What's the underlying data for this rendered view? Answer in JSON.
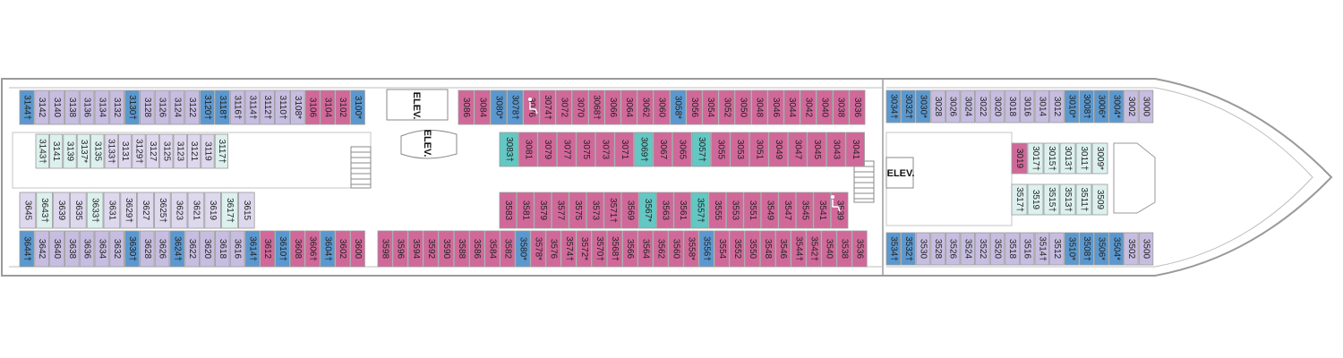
{
  "colors": {
    "pink": "#d1689a",
    "blue": "#5b98cf",
    "lavender": "#c6bde0",
    "lilac": "#ded8ee",
    "cyan": "#63c7c3",
    "mint": "#dcf1ee",
    "outline": "#9a9a9a",
    "text": "#222222"
  },
  "labels": {
    "elev_1": "ELEV.",
    "elev_2": "ELEV.",
    "elev_3": "ELEV."
  },
  "legend_icons": [
    "accessible-cabin-icon"
  ],
  "cabins": {
    "aft_top": [
      {
        "n": "3144†",
        "c": "blue"
      },
      {
        "n": "3142",
        "c": "lavender"
      },
      {
        "n": "3140",
        "c": "lavender"
      },
      {
        "n": "3138",
        "c": "lavender"
      },
      {
        "n": "3136",
        "c": "lavender"
      },
      {
        "n": "3134",
        "c": "lavender"
      },
      {
        "n": "3132",
        "c": "lavender"
      },
      {
        "n": "3130†",
        "c": "blue"
      },
      {
        "n": "3128",
        "c": "lavender"
      },
      {
        "n": "3126",
        "c": "lavender"
      },
      {
        "n": "3124",
        "c": "lavender"
      },
      {
        "n": "3122",
        "c": "lavender"
      },
      {
        "n": "3120†",
        "c": "blue"
      },
      {
        "n": "3118†",
        "c": "blue"
      },
      {
        "n": "3116†",
        "c": "lavender"
      },
      {
        "n": "3114†",
        "c": "lavender"
      },
      {
        "n": "3112†",
        "c": "lavender"
      },
      {
        "n": "3110†",
        "c": "lavender"
      },
      {
        "n": "3108*",
        "c": "lavender"
      },
      {
        "n": "3106",
        "c": "pink"
      },
      {
        "n": "3104",
        "c": "pink"
      },
      {
        "n": "3102",
        "c": "pink"
      },
      {
        "n": "3100*",
        "c": "blue"
      }
    ],
    "aft_inner_1": [
      {
        "n": "3143†",
        "c": "mint"
      },
      {
        "n": "3141",
        "c": "mint"
      },
      {
        "n": "3139",
        "c": "mint"
      },
      {
        "n": "3137*",
        "c": "mint"
      },
      {
        "n": "3135",
        "c": "mint"
      },
      {
        "n": "3133†",
        "c": "lilac"
      },
      {
        "n": "3131",
        "c": "lilac"
      },
      {
        "n": "3129†",
        "c": "lilac"
      },
      {
        "n": "3127",
        "c": "lilac"
      },
      {
        "n": "3125",
        "c": "lilac"
      },
      {
        "n": "3123",
        "c": "lilac"
      },
      {
        "n": "3121",
        "c": "lilac"
      },
      {
        "n": "3119",
        "c": "lilac"
      },
      {
        "n": "3117†",
        "c": "mint"
      }
    ],
    "aft_inner_2": [
      {
        "n": "3645",
        "c": "lilac"
      },
      {
        "n": "3643†",
        "c": "mint"
      },
      {
        "n": "3639",
        "c": "lilac"
      },
      {
        "n": "3635",
        "c": "lilac"
      },
      {
        "n": "3633†",
        "c": "mint"
      },
      {
        "n": "3631",
        "c": "lilac"
      },
      {
        "n": "3629†",
        "c": "lilac"
      },
      {
        "n": "3627",
        "c": "lilac"
      },
      {
        "n": "3625†",
        "c": "lilac"
      },
      {
        "n": "3623",
        "c": "lilac"
      },
      {
        "n": "3621",
        "c": "lilac"
      },
      {
        "n": "3619",
        "c": "lilac"
      },
      {
        "n": "3617†",
        "c": "mint"
      },
      {
        "n": "3615",
        "c": "lilac"
      }
    ],
    "aft_bottom": [
      {
        "n": "3644†",
        "c": "blue"
      },
      {
        "n": "3642",
        "c": "lavender"
      },
      {
        "n": "3640",
        "c": "lavender"
      },
      {
        "n": "3638",
        "c": "lavender"
      },
      {
        "n": "3636",
        "c": "lavender"
      },
      {
        "n": "3634",
        "c": "lavender"
      },
      {
        "n": "3632",
        "c": "lavender"
      },
      {
        "n": "3630†",
        "c": "blue"
      },
      {
        "n": "3628",
        "c": "lavender"
      },
      {
        "n": "3626",
        "c": "lavender"
      },
      {
        "n": "3624†",
        "c": "blue"
      },
      {
        "n": "3622",
        "c": "lavender"
      },
      {
        "n": "3620",
        "c": "lavender"
      },
      {
        "n": "3618",
        "c": "lavender"
      },
      {
        "n": "3616",
        "c": "lavender"
      },
      {
        "n": "3614†",
        "c": "blue"
      },
      {
        "n": "3612",
        "c": "pink"
      },
      {
        "n": "3610†",
        "c": "blue"
      },
      {
        "n": "3608",
        "c": "pink"
      },
      {
        "n": "3606†",
        "c": "pink"
      },
      {
        "n": "3604†",
        "c": "blue"
      },
      {
        "n": "3602",
        "c": "pink"
      },
      {
        "n": "3600",
        "c": "pink"
      }
    ],
    "mid_top": [
      {
        "n": "3086",
        "c": "pink"
      },
      {
        "n": "3084",
        "c": "pink"
      },
      {
        "n": "3080*",
        "c": "blue"
      },
      {
        "n": "3078†",
        "c": "blue"
      },
      {
        "n": "3076",
        "c": "pink"
      },
      {
        "n": "3074†",
        "c": "pink"
      },
      {
        "n": "3072",
        "c": "pink"
      },
      {
        "n": "3070",
        "c": "pink"
      },
      {
        "n": "3068†",
        "c": "pink"
      },
      {
        "n": "3066",
        "c": "pink"
      },
      {
        "n": "3064",
        "c": "pink"
      },
      {
        "n": "3062",
        "c": "pink"
      },
      {
        "n": "3060",
        "c": "pink"
      },
      {
        "n": "3058*",
        "c": "blue"
      },
      {
        "n": "3056",
        "c": "pink"
      },
      {
        "n": "3054",
        "c": "pink"
      },
      {
        "n": "3052",
        "c": "pink"
      },
      {
        "n": "3050",
        "c": "pink"
      },
      {
        "n": "3048",
        "c": "pink"
      },
      {
        "n": "3046",
        "c": "pink"
      },
      {
        "n": "3044",
        "c": "pink"
      },
      {
        "n": "3042",
        "c": "pink"
      },
      {
        "n": "3040",
        "c": "pink"
      },
      {
        "n": "3038",
        "c": "pink"
      },
      {
        "n": "3036",
        "c": "pink"
      }
    ],
    "mid_inner_1": [
      {
        "n": "3083†",
        "c": "cyan"
      },
      {
        "n": "3081",
        "c": "pink"
      },
      {
        "n": "3079",
        "c": "pink"
      },
      {
        "n": "3077",
        "c": "pink"
      },
      {
        "n": "3075",
        "c": "pink"
      },
      {
        "n": "3073",
        "c": "pink"
      },
      {
        "n": "3071",
        "c": "pink"
      },
      {
        "n": "3069†",
        "c": "cyan"
      },
      {
        "n": "3067",
        "c": "pink"
      },
      {
        "n": "3065",
        "c": "pink"
      },
      {
        "n": "3057†",
        "c": "cyan"
      },
      {
        "n": "3055",
        "c": "pink"
      },
      {
        "n": "3053",
        "c": "pink"
      },
      {
        "n": "3051",
        "c": "pink"
      },
      {
        "n": "3049",
        "c": "pink"
      },
      {
        "n": "3047",
        "c": "pink"
      },
      {
        "n": "3045",
        "c": "pink"
      },
      {
        "n": "3043",
        "c": "pink"
      },
      {
        "n": "3041",
        "c": "pink"
      }
    ],
    "mid_inner_2": [
      {
        "n": "3583",
        "c": "pink"
      },
      {
        "n": "3581",
        "c": "pink"
      },
      {
        "n": "3579",
        "c": "pink"
      },
      {
        "n": "3577",
        "c": "pink"
      },
      {
        "n": "3575",
        "c": "pink"
      },
      {
        "n": "3573",
        "c": "pink"
      },
      {
        "n": "3571†",
        "c": "pink"
      },
      {
        "n": "3569",
        "c": "pink"
      },
      {
        "n": "3567*",
        "c": "cyan"
      },
      {
        "n": "3563",
        "c": "pink"
      },
      {
        "n": "3561",
        "c": "pink"
      },
      {
        "n": "3557†",
        "c": "cyan"
      },
      {
        "n": "3555",
        "c": "pink"
      },
      {
        "n": "3553",
        "c": "pink"
      },
      {
        "n": "3551",
        "c": "pink"
      },
      {
        "n": "3549",
        "c": "pink"
      },
      {
        "n": "3547",
        "c": "pink"
      },
      {
        "n": "3545",
        "c": "pink"
      },
      {
        "n": "3541",
        "c": "pink"
      },
      {
        "n": "3539",
        "c": "pink"
      }
    ],
    "mid_bottom": [
      {
        "n": "3598",
        "c": "pink"
      },
      {
        "n": "3596",
        "c": "pink"
      },
      {
        "n": "3594",
        "c": "pink"
      },
      {
        "n": "3592",
        "c": "pink"
      },
      {
        "n": "3590",
        "c": "pink"
      },
      {
        "n": "3588",
        "c": "pink"
      },
      {
        "n": "3586",
        "c": "pink"
      },
      {
        "n": "3584",
        "c": "pink"
      },
      {
        "n": "3582",
        "c": "pink"
      },
      {
        "n": "3580*",
        "c": "blue"
      },
      {
        "n": "3578*",
        "c": "pink"
      },
      {
        "n": "3576",
        "c": "pink"
      },
      {
        "n": "3574†",
        "c": "pink"
      },
      {
        "n": "3572*",
        "c": "pink"
      },
      {
        "n": "3570†",
        "c": "pink"
      },
      {
        "n": "3568†",
        "c": "pink"
      },
      {
        "n": "3566",
        "c": "pink"
      },
      {
        "n": "3564",
        "c": "pink"
      },
      {
        "n": "3562",
        "c": "pink"
      },
      {
        "n": "3560",
        "c": "pink"
      },
      {
        "n": "3558*",
        "c": "pink"
      },
      {
        "n": "3556†",
        "c": "blue"
      },
      {
        "n": "3554",
        "c": "pink"
      },
      {
        "n": "3552",
        "c": "pink"
      },
      {
        "n": "3550",
        "c": "pink"
      },
      {
        "n": "3548",
        "c": "pink"
      },
      {
        "n": "3546",
        "c": "pink"
      },
      {
        "n": "3544†",
        "c": "pink"
      },
      {
        "n": "3542†",
        "c": "pink"
      },
      {
        "n": "3540",
        "c": "pink"
      },
      {
        "n": "3538",
        "c": "pink"
      },
      {
        "n": "3536",
        "c": "pink"
      }
    ],
    "fwd_top": [
      {
        "n": "3034†",
        "c": "blue"
      },
      {
        "n": "3032†",
        "c": "blue"
      },
      {
        "n": "3030*",
        "c": "blue"
      },
      {
        "n": "3028",
        "c": "lavender"
      },
      {
        "n": "3026",
        "c": "lavender"
      },
      {
        "n": "3024",
        "c": "lavender"
      },
      {
        "n": "3022",
        "c": "lavender"
      },
      {
        "n": "3020",
        "c": "lavender"
      },
      {
        "n": "3018",
        "c": "lavender"
      },
      {
        "n": "3016",
        "c": "lavender"
      },
      {
        "n": "3014",
        "c": "lavender"
      },
      {
        "n": "3012",
        "c": "lavender"
      },
      {
        "n": "3010*",
        "c": "blue"
      },
      {
        "n": "3008†",
        "c": "blue"
      },
      {
        "n": "3006*",
        "c": "blue"
      },
      {
        "n": "3004*",
        "c": "blue"
      },
      {
        "n": "3002",
        "c": "lavender"
      },
      {
        "n": "3000",
        "c": "lavender"
      }
    ],
    "fwd_inner": [
      {
        "n": "3019",
        "c": "pink"
      },
      {
        "n": "3017†",
        "c": "mint"
      },
      {
        "n": "3015†",
        "c": "mint"
      },
      {
        "n": "3013†",
        "c": "mint"
      },
      {
        "n": "3011†",
        "c": "mint"
      },
      {
        "n": "3009*",
        "c": "mint"
      },
      {
        "n": "3517†",
        "c": "mint"
      },
      {
        "n": "3519",
        "c": "mint"
      },
      {
        "n": "3515†",
        "c": "mint"
      },
      {
        "n": "3513†",
        "c": "mint"
      },
      {
        "n": "3511†",
        "c": "mint"
      },
      {
        "n": "3509",
        "c": "mint"
      }
    ],
    "fwd_bottom": [
      {
        "n": "3534†",
        "c": "blue"
      },
      {
        "n": "3532†",
        "c": "blue"
      },
      {
        "n": "3530",
        "c": "lavender"
      },
      {
        "n": "3528",
        "c": "lavender"
      },
      {
        "n": "3526",
        "c": "lavender"
      },
      {
        "n": "3524",
        "c": "lavender"
      },
      {
        "n": "3522",
        "c": "lavender"
      },
      {
        "n": "3520",
        "c": "lavender"
      },
      {
        "n": "3518",
        "c": "lavender"
      },
      {
        "n": "3516",
        "c": "lavender"
      },
      {
        "n": "3514†",
        "c": "lavender"
      },
      {
        "n": "3512",
        "c": "lavender"
      },
      {
        "n": "3510*",
        "c": "blue"
      },
      {
        "n": "3508†",
        "c": "blue"
      },
      {
        "n": "3506*",
        "c": "blue"
      },
      {
        "n": "3504*",
        "c": "blue"
      },
      {
        "n": "3502",
        "c": "lavender"
      },
      {
        "n": "3500",
        "c": "lavender"
      }
    ]
  }
}
